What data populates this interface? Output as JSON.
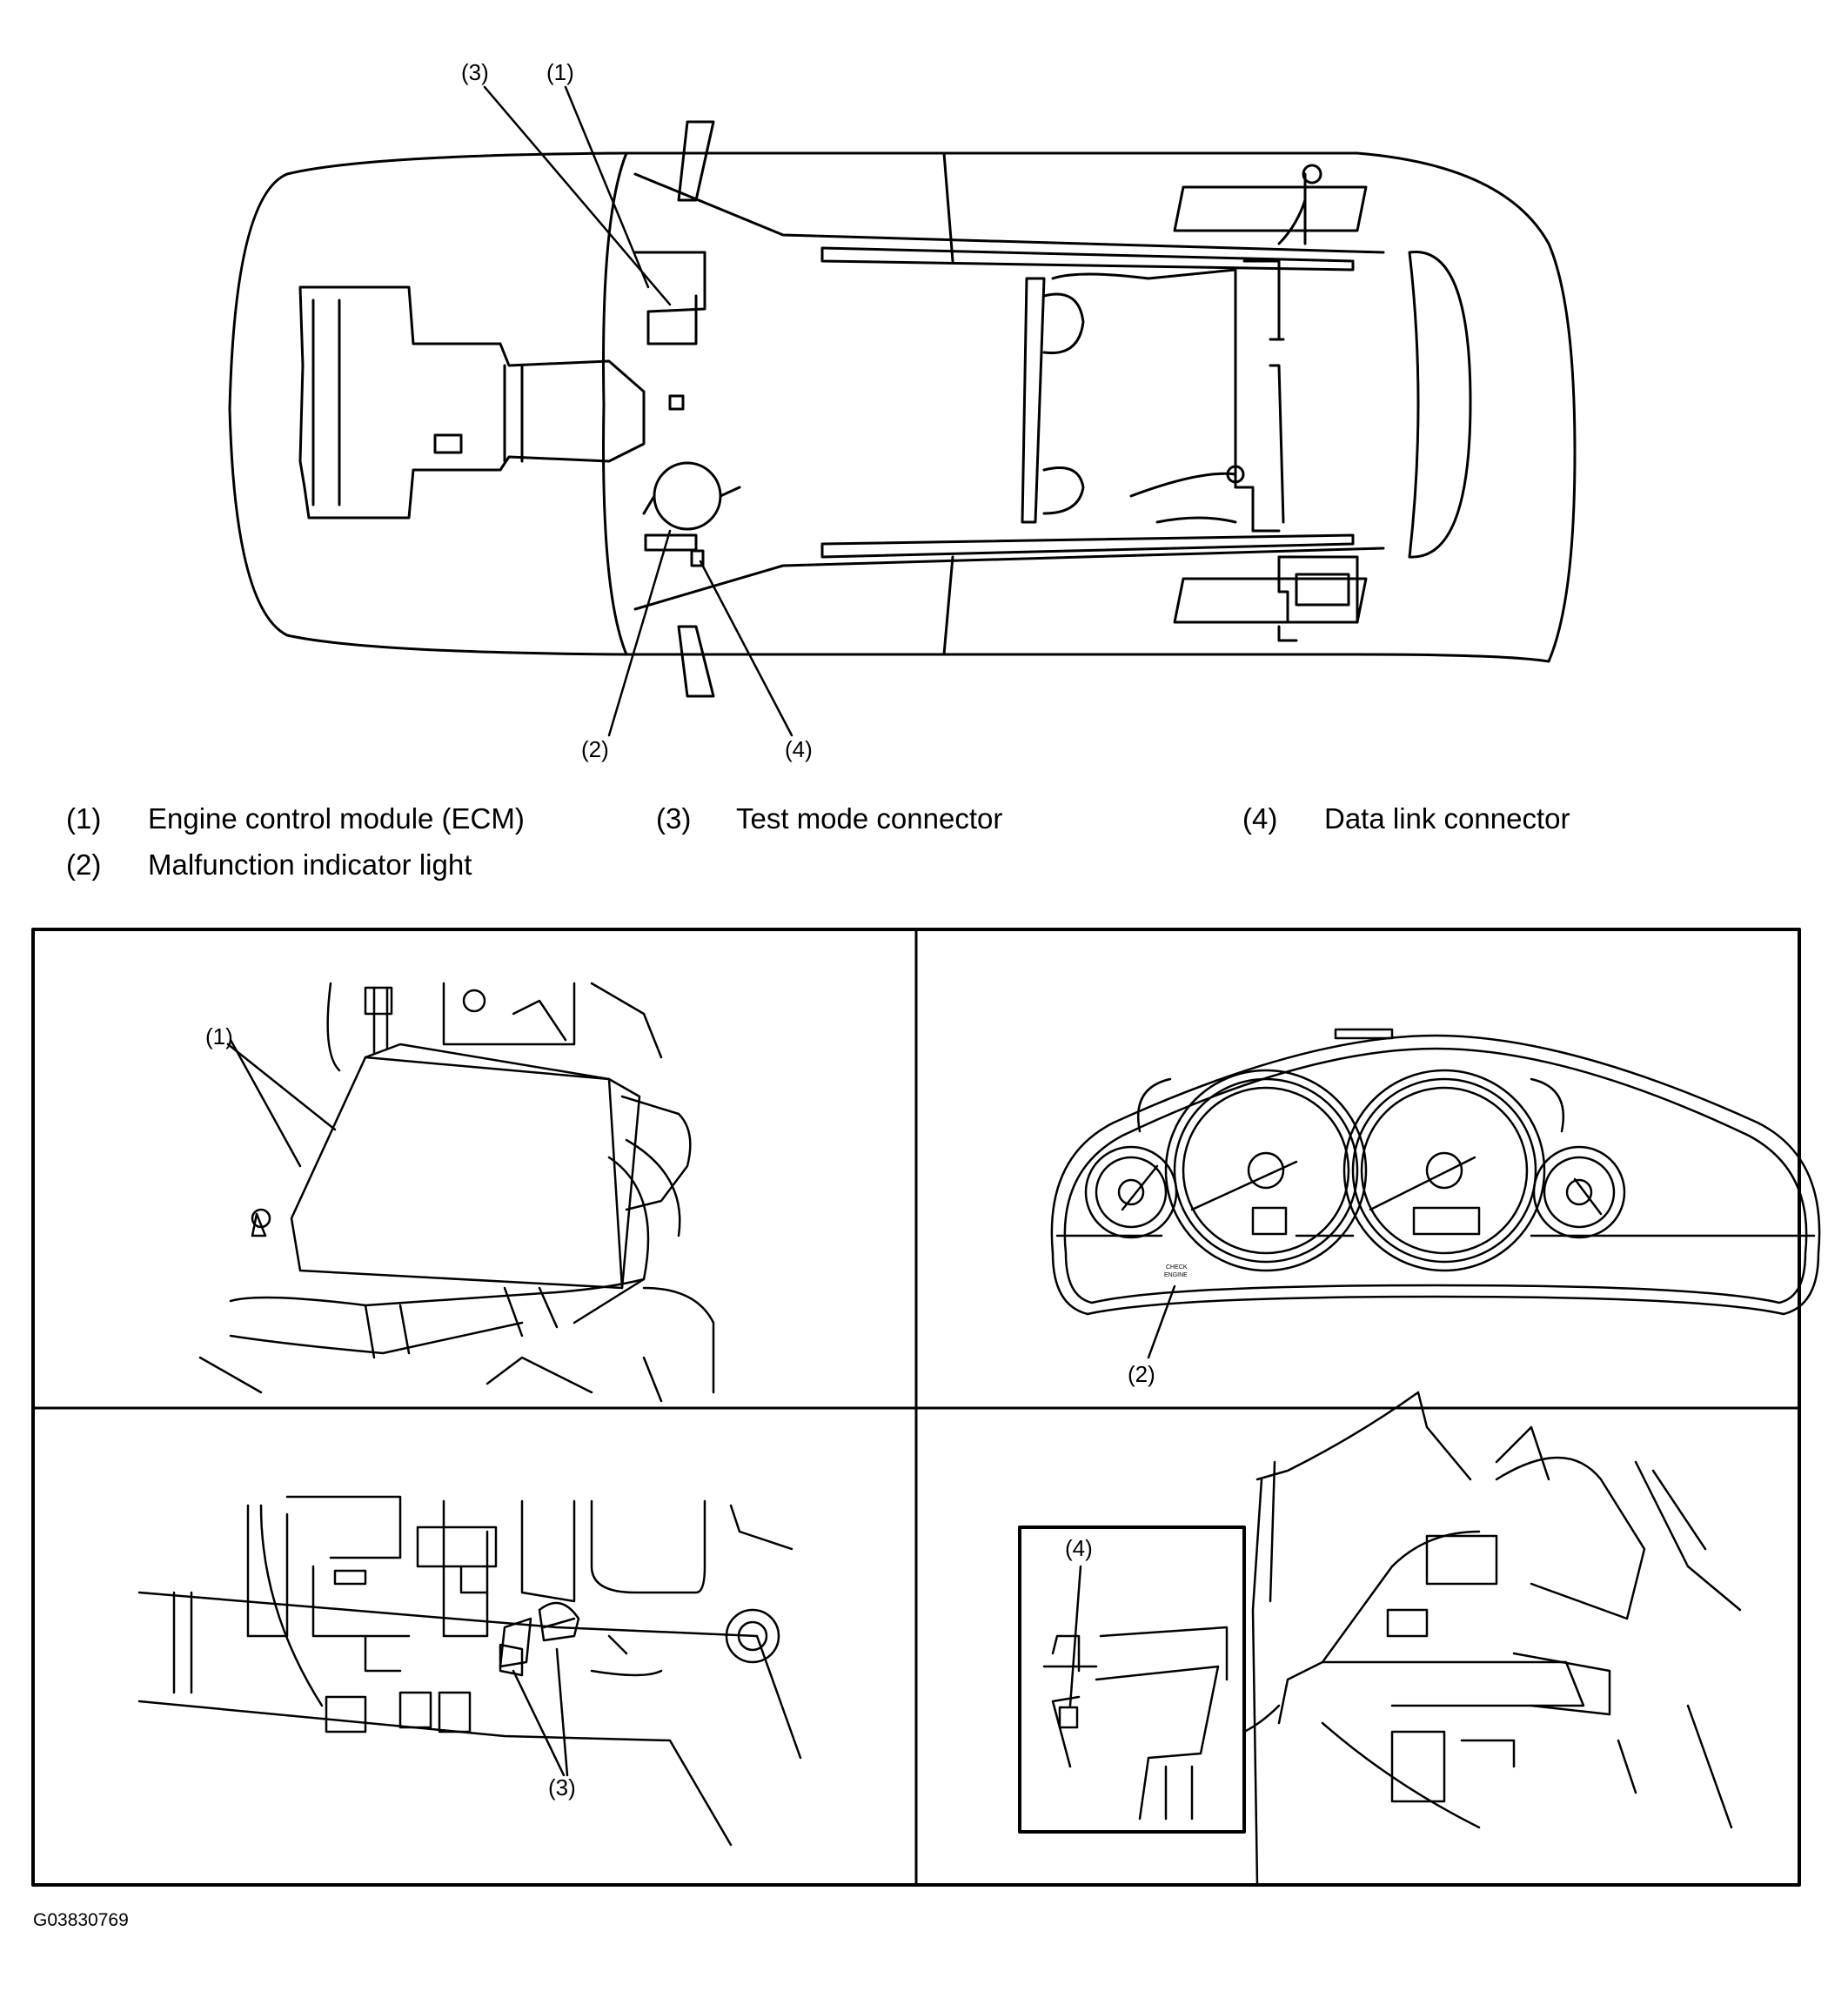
{
  "callouts": {
    "top": {
      "c1": "(1)",
      "c2": "(2)",
      "c3": "(3)",
      "c4": "(4)"
    },
    "panel_ecm": "(1)",
    "panel_mil": "(2)",
    "panel_test": "(3)",
    "panel_dlc": "(4)"
  },
  "legend": [
    {
      "num": "(1)",
      "text": "Engine control module (ECM)"
    },
    {
      "num": "(2)",
      "text": "Malfunction indicator light"
    },
    {
      "num": "(3)",
      "text": "Test mode connector"
    },
    {
      "num": "(4)",
      "text": "Data link connector"
    }
  ],
  "cluster_text": {
    "line1": "CHECK",
    "line2": "ENGINE"
  },
  "figure_code": "G03830769"
}
